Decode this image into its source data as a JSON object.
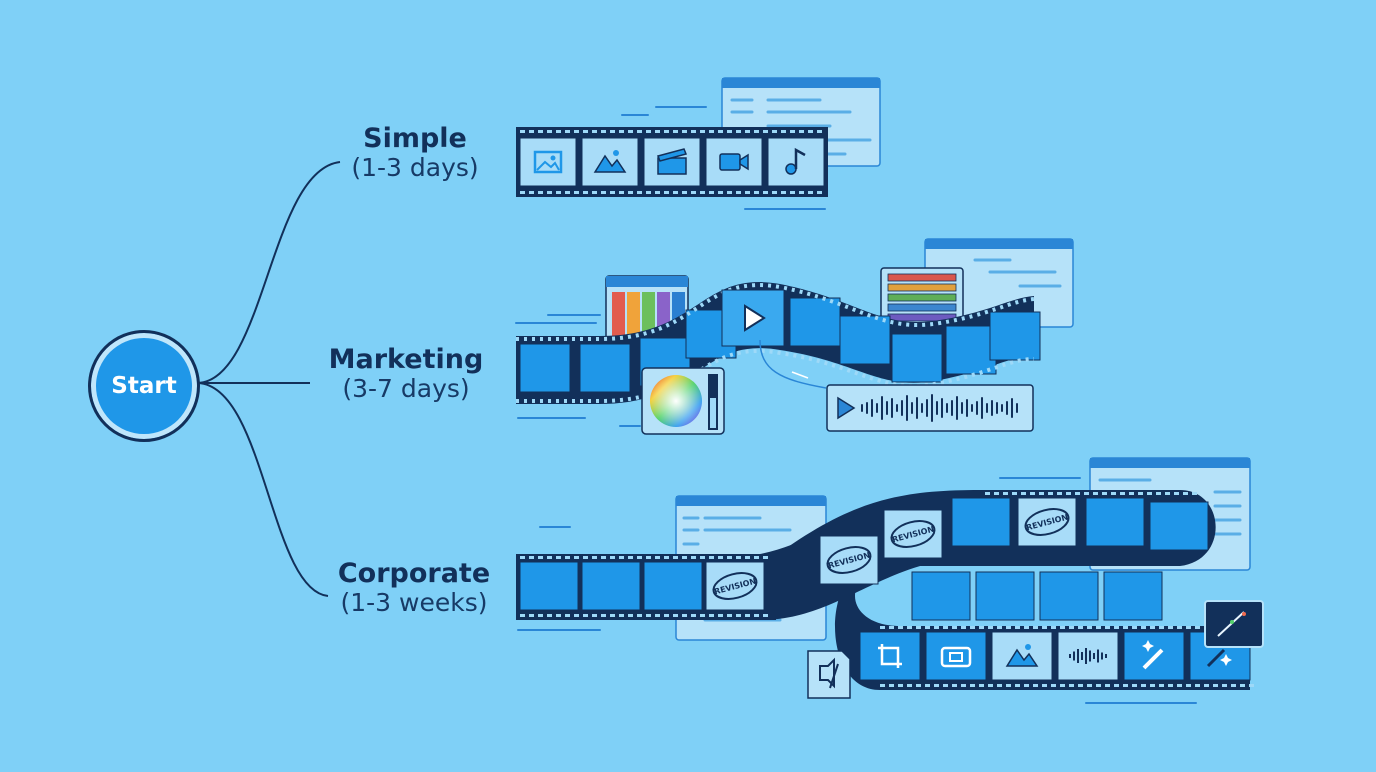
{
  "start": {
    "label": "Start"
  },
  "branches": [
    {
      "id": "simple",
      "name": "Simple",
      "duration": "(1-3 days)"
    },
    {
      "id": "marketing",
      "name": "Marketing",
      "duration": "(3-7 days)"
    },
    {
      "id": "corporate",
      "name": "Corporate",
      "duration": "(1-3 weeks)"
    }
  ],
  "stamps": {
    "revision": "REVISION"
  },
  "simple_frame_icons": [
    "image-icon",
    "landscape-icon",
    "clapperboard-icon",
    "video-camera-icon",
    "music-note-icon"
  ],
  "corporate_frame_icons": [
    "crop-icon",
    "camera-switch-icon",
    "landscape-icon",
    "waveform-icon",
    "magic-wand-icon",
    "sparkle-icon"
  ],
  "colors": {
    "background": "#7fd0f7",
    "film_dark": "#12305a",
    "frame_blue": "#1f97e8",
    "frame_light": "#a8dcf8",
    "connector": "#12305a",
    "palette": [
      "#e25c4f",
      "#f0a33a",
      "#6cbf5c",
      "#8a63c9",
      "#2a7fd1"
    ]
  }
}
